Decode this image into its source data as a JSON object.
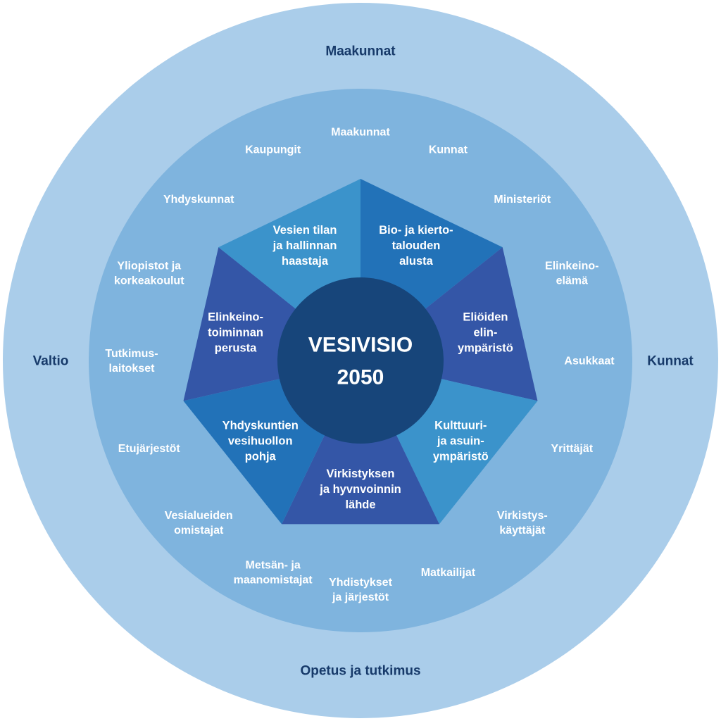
{
  "colors": {
    "outer_ring": "#aacdea",
    "middle_ring": "#7fb4de",
    "segment_dark": "#3456a7",
    "segment_mid": "#2272b8",
    "segment_light": "#3b93cb",
    "center": "#17457a",
    "outer_text": "#173a6a",
    "inner_text": "#ffffff"
  },
  "center": {
    "lines": [
      "VESIVISIO",
      "2050"
    ]
  },
  "segments": [
    {
      "lines": [
        "Bio- ja kierto-",
        "talouden",
        "alusta"
      ],
      "tone": "segment_mid"
    },
    {
      "lines": [
        "Eliöiden",
        "elin-",
        "ympäristö"
      ],
      "tone": "segment_dark"
    },
    {
      "lines": [
        "Kulttuuri-",
        "ja asuin-",
        "ympäristö"
      ],
      "tone": "segment_light"
    },
    {
      "lines": [
        "Virkistyksen",
        "ja hyvnvoinnin",
        "lähde"
      ],
      "tone": "segment_dark"
    },
    {
      "lines": [
        "Yhdyskuntien",
        "vesihuollon",
        "pohja"
      ],
      "tone": "segment_mid"
    },
    {
      "lines": [
        "Elinkeino-",
        "toiminnan",
        "perusta"
      ],
      "tone": "segment_dark"
    },
    {
      "lines": [
        "Vesien tilan",
        "ja hallinnan",
        "haastaja"
      ],
      "tone": "segment_light"
    }
  ],
  "middle_ring_labels": [
    {
      "lines": [
        "Maakunnat"
      ]
    },
    {
      "lines": [
        "Kunnat"
      ]
    },
    {
      "lines": [
        "Ministeriöt"
      ]
    },
    {
      "lines": [
        "Elinkeino-",
        "elämä"
      ]
    },
    {
      "lines": [
        "Asukkaat"
      ]
    },
    {
      "lines": [
        "Yrittäjät"
      ]
    },
    {
      "lines": [
        "Virkistys-",
        "käyttäjät"
      ]
    },
    {
      "lines": [
        "Matkailijat"
      ]
    },
    {
      "lines": [
        "Yhdistykset",
        "ja järjestöt"
      ]
    },
    {
      "lines": [
        "Metsän- ja",
        "maanomistajat"
      ]
    },
    {
      "lines": [
        "Vesialueiden",
        "omistajat"
      ]
    },
    {
      "lines": [
        "Etujärjestöt"
      ]
    },
    {
      "lines": [
        "Tutkimus-",
        "laitokset"
      ]
    },
    {
      "lines": [
        "Yliopistot ja",
        "korkeakoulut"
      ]
    },
    {
      "lines": [
        "Yhdyskunnat"
      ]
    },
    {
      "lines": [
        "Kaupungit"
      ]
    }
  ],
  "outer_ring_labels": [
    {
      "lines": [
        "Maakunnat"
      ]
    },
    {
      "lines": [
        "Kunnat"
      ]
    },
    {
      "lines": [
        "Opetus ja tutkimus"
      ]
    },
    {
      "lines": [
        "Valtio"
      ]
    }
  ]
}
